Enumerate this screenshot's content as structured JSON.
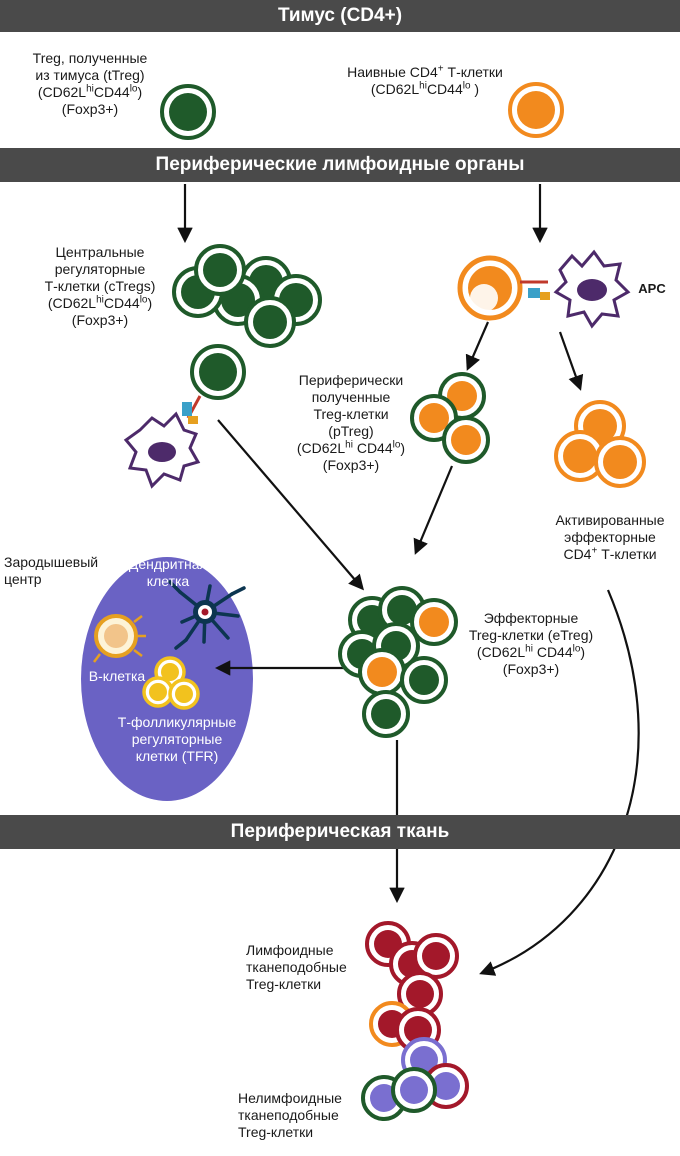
{
  "bands": {
    "thymus": "Тимус (CD4+)",
    "lymphoid": "Периферические лимфоидные органы",
    "tissue": "Периферическая ткань"
  },
  "labels": {
    "ttreg": {
      "line1": "Treg, полученные",
      "line2": "из тимуса (tTreg)",
      "l3a": "(CD62L",
      "l3b": "hi",
      "l3c": "CD44",
      "l3d": "lo",
      "l3e": ")",
      "line4": "(Foxp3+)"
    },
    "naive": {
      "l1a": "Наивные CD4",
      "l1b": "+",
      "l1c": " Т-клетки",
      "l2a": "(CD62L",
      "l2b": "hi",
      "l2c": "CD44",
      "l2d": "lo",
      "l2e": " )"
    },
    "ctreg": {
      "line1": "Центральные",
      "line2": "регуляторные",
      "line3": "Т-клетки (cTregs)",
      "l4a": "(CD62L",
      "l4b": "hi",
      "l4c": "CD44",
      "l4d": "lo",
      "l4e": ")",
      "line5": "(Foxp3+)"
    },
    "apc": "APC",
    "ptreg": {
      "line1": "Периферически",
      "line2": "полученные",
      "line3": "Treg-клетки",
      "line4": "(pTreg)",
      "l5a": "(CD62L",
      "l5b": "hi",
      "l5c": " CD44",
      "l5d": "lo",
      "l5e": ")",
      "line6": "(Foxp3+)"
    },
    "activated": {
      "line1": "Активированные",
      "line2": "эффекторные",
      "l3a": "CD4",
      "l3b": "+",
      "l3c": " Т-клетки"
    },
    "germinal": {
      "line1": "Зародышевый",
      "line2": "центр"
    },
    "dendritic": {
      "line1": "Дендритная",
      "line2": "клетка"
    },
    "bcell": "В-клетка",
    "tfr": {
      "line1": "Т-фолликулярные",
      "line2": "регуляторные",
      "line3": "клетки (TFR)"
    },
    "etreg": {
      "line1": "Эффекторные",
      "line2": "Treg-клетки (eTreg)",
      "l3a": "(CD62L",
      "l3b": "hi",
      "l3c": " CD44",
      "l3d": "lo",
      "l3e": ")",
      "line4": "(Foxp3+)"
    },
    "lymphoid_tissue": {
      "line1": "Лимфоидные",
      "line2": "тканеподобные",
      "line3": "Treg-клетки"
    },
    "nonlymphoid_tissue": {
      "line1": "Нелимфоидные",
      "line2": "тканеподобные",
      "line3": "Treg-клетки"
    }
  },
  "colors": {
    "band": "#4a4a4a",
    "treg_green": "#1f5a2a",
    "naive_orange": "#f28a1e",
    "tissue_red": "#a3182a",
    "nonlymphoid_purple": "#7a6fd0",
    "germinal_center": "#6a62c4",
    "apc_purple": "#4d2a6a",
    "tfr_yellow": "#f2c21e"
  }
}
